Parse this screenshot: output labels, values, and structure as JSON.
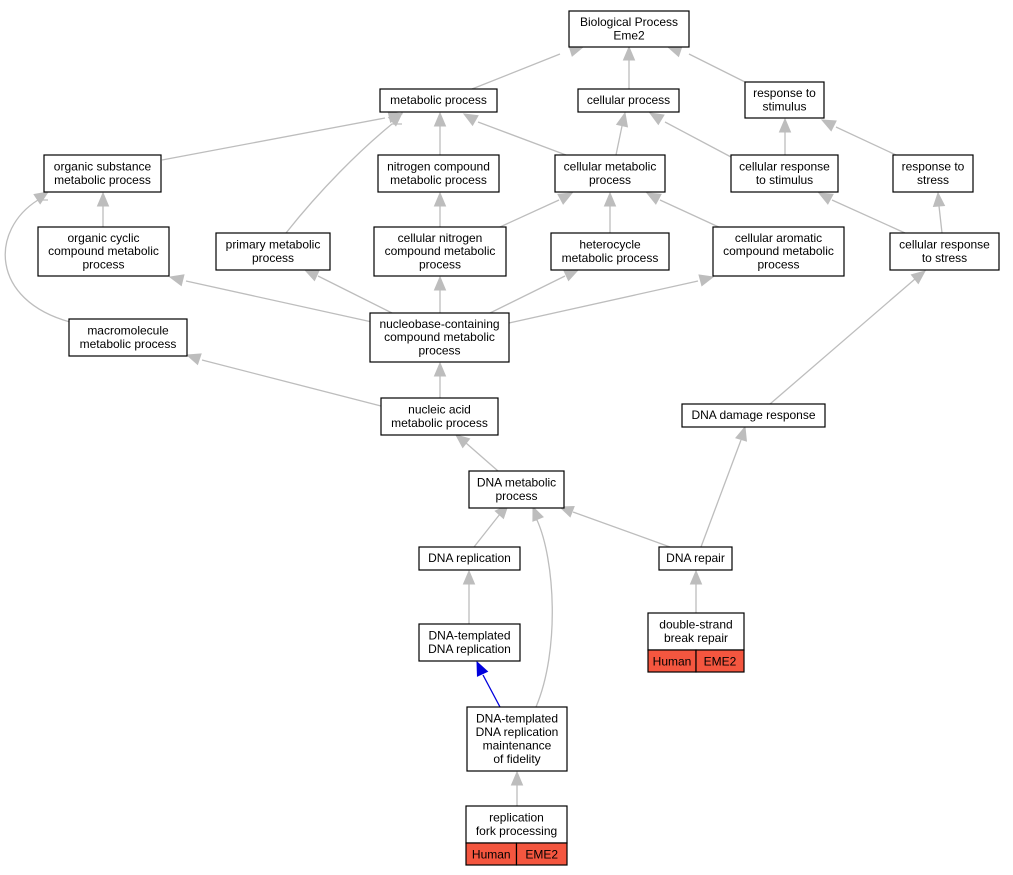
{
  "diagram": {
    "nodes": [
      {
        "id": "bp",
        "lines": [
          "Biological Process",
          "Eme2"
        ]
      },
      {
        "id": "mp",
        "lines": [
          "metabolic process"
        ]
      },
      {
        "id": "cp",
        "lines": [
          "cellular process"
        ]
      },
      {
        "id": "rts",
        "lines": [
          "response to",
          "stimulus"
        ]
      },
      {
        "id": "osmp",
        "lines": [
          "organic substance",
          "metabolic process"
        ]
      },
      {
        "id": "ncmp",
        "lines": [
          "nitrogen compound",
          "metabolic process"
        ]
      },
      {
        "id": "cmp",
        "lines": [
          "cellular metabolic",
          "process"
        ]
      },
      {
        "id": "crs",
        "lines": [
          "cellular response",
          "to stimulus"
        ]
      },
      {
        "id": "rtstress",
        "lines": [
          "response to",
          "stress"
        ]
      },
      {
        "id": "occmp",
        "lines": [
          "organic cyclic",
          "compound metabolic",
          "process"
        ]
      },
      {
        "id": "pmp",
        "lines": [
          "primary metabolic",
          "process"
        ]
      },
      {
        "id": "cncmp",
        "lines": [
          "cellular nitrogen",
          "compound metabolic",
          "process"
        ]
      },
      {
        "id": "hmp",
        "lines": [
          "heterocycle",
          "metabolic process"
        ]
      },
      {
        "id": "cacmp",
        "lines": [
          "cellular aromatic",
          "compound metabolic",
          "process"
        ]
      },
      {
        "id": "crstress",
        "lines": [
          "cellular response",
          "to stress"
        ]
      },
      {
        "id": "macmp",
        "lines": [
          "macromolecule",
          "metabolic process"
        ]
      },
      {
        "id": "nbcmp",
        "lines": [
          "nucleobase-containing",
          "compound metabolic",
          "process"
        ]
      },
      {
        "id": "namp",
        "lines": [
          "nucleic acid",
          "metabolic process"
        ]
      },
      {
        "id": "ddr",
        "lines": [
          "DNA damage response"
        ]
      },
      {
        "id": "dmp",
        "lines": [
          "DNA metabolic",
          "process"
        ]
      },
      {
        "id": "drep",
        "lines": [
          "DNA replication"
        ]
      },
      {
        "id": "drepair",
        "lines": [
          "DNA repair"
        ]
      },
      {
        "id": "dsbr",
        "lines": [
          "double-strand",
          "break repair"
        ],
        "annotation": [
          "Human",
          "EME2"
        ]
      },
      {
        "id": "dtdr",
        "lines": [
          "DNA-templated",
          "DNA replication"
        ]
      },
      {
        "id": "dtdrmf",
        "lines": [
          "DNA-templated",
          "DNA replication",
          "maintenance",
          "of fidelity"
        ]
      },
      {
        "id": "rfp",
        "lines": [
          "replication",
          "fork processing"
        ],
        "annotation": [
          "Human",
          "EME2"
        ]
      }
    ],
    "edges": [
      {
        "from": "mp",
        "to": "bp"
      },
      {
        "from": "cp",
        "to": "bp"
      },
      {
        "from": "rts",
        "to": "bp"
      },
      {
        "from": "osmp",
        "to": "mp"
      },
      {
        "from": "pmp",
        "to": "mp"
      },
      {
        "from": "ncmp",
        "to": "mp"
      },
      {
        "from": "cmp",
        "to": "mp"
      },
      {
        "from": "cmp",
        "to": "cp"
      },
      {
        "from": "crs",
        "to": "cp"
      },
      {
        "from": "crs",
        "to": "rts"
      },
      {
        "from": "rtstress",
        "to": "rts"
      },
      {
        "from": "occmp",
        "to": "osmp"
      },
      {
        "from": "macmp",
        "to": "osmp"
      },
      {
        "from": "cncmp",
        "to": "ncmp"
      },
      {
        "from": "cncmp",
        "to": "cmp"
      },
      {
        "from": "hmp",
        "to": "cmp"
      },
      {
        "from": "cacmp",
        "to": "cmp"
      },
      {
        "from": "crstress",
        "to": "crs"
      },
      {
        "from": "crstress",
        "to": "rtstress"
      },
      {
        "from": "nbcmp",
        "to": "occmp"
      },
      {
        "from": "nbcmp",
        "to": "pmp"
      },
      {
        "from": "nbcmp",
        "to": "cncmp"
      },
      {
        "from": "nbcmp",
        "to": "hmp"
      },
      {
        "from": "nbcmp",
        "to": "cacmp"
      },
      {
        "from": "namp",
        "to": "macmp"
      },
      {
        "from": "namp",
        "to": "nbcmp"
      },
      {
        "from": "ddr",
        "to": "crstress"
      },
      {
        "from": "dmp",
        "to": "namp"
      },
      {
        "from": "drep",
        "to": "dmp"
      },
      {
        "from": "drepair",
        "to": "dmp"
      },
      {
        "from": "drepair",
        "to": "ddr"
      },
      {
        "from": "dsbr",
        "to": "drepair"
      },
      {
        "from": "dtdr",
        "to": "drep"
      },
      {
        "from": "dtdrmf",
        "to": "dtdr",
        "highlight": true
      },
      {
        "from": "dtdrmf",
        "to": "dmp"
      },
      {
        "from": "rfp",
        "to": "dtdrmf"
      }
    ],
    "colors": {
      "edge": "#bdbdbd",
      "highlight_edge": "#0000dd",
      "annotation_fill": "#f4563f",
      "node_border": "#000000"
    }
  }
}
